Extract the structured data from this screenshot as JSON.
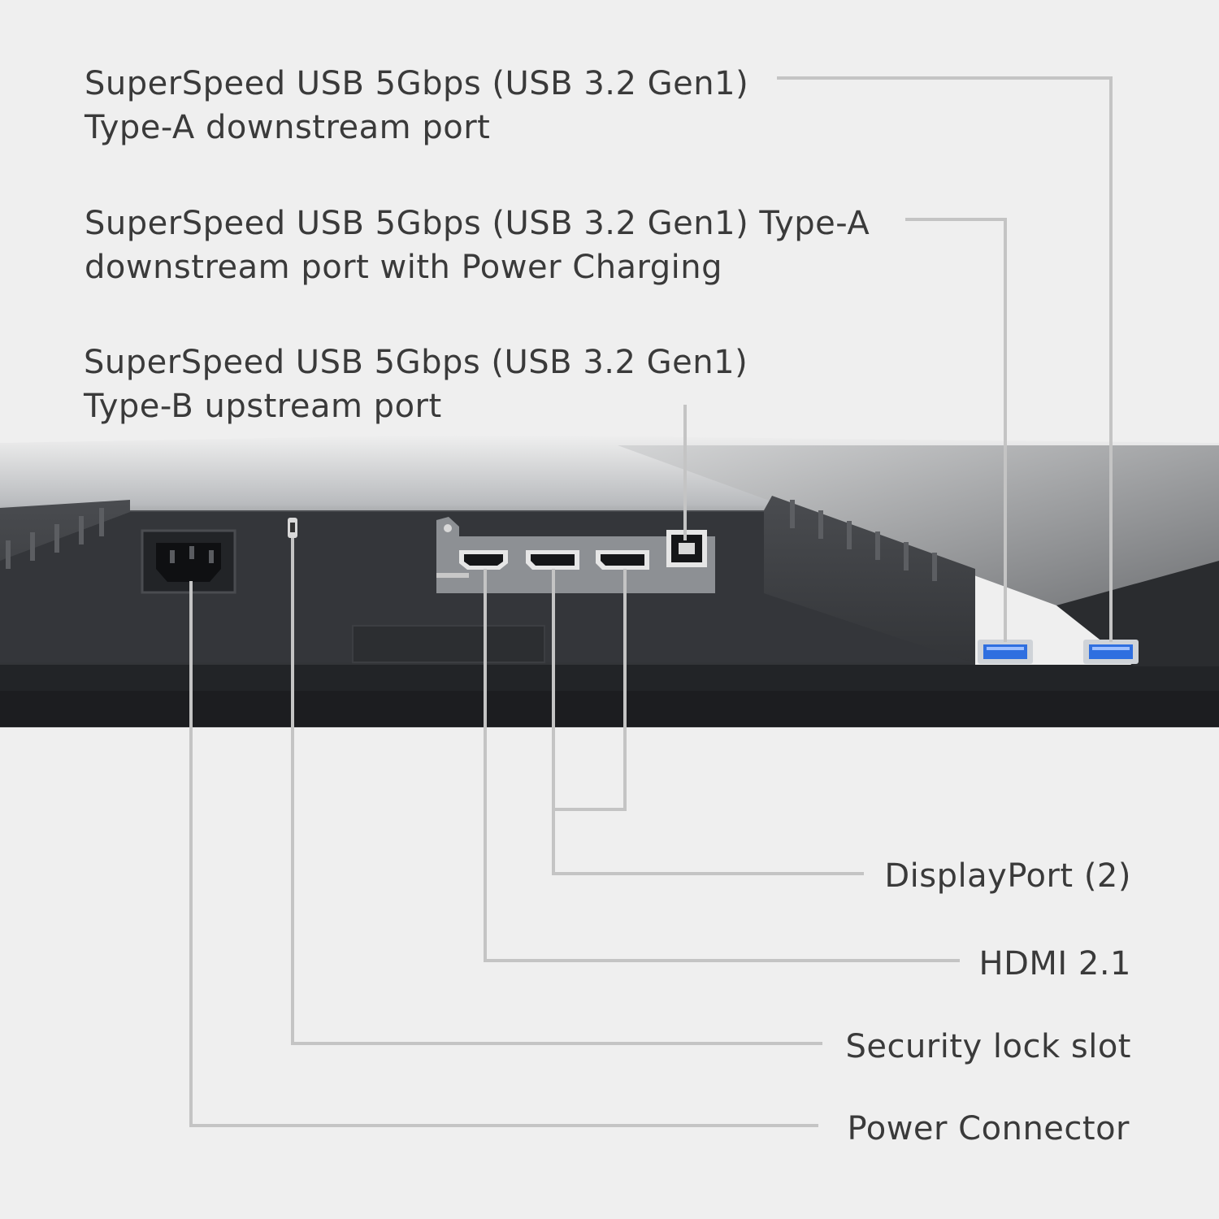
{
  "colors": {
    "background": "#efefef",
    "leader_line": "#c4c4c4",
    "text": "#3a3a3a",
    "monitor_body": "#2f3134",
    "monitor_dark": "#1f2124",
    "port_blue": "#2f6fe0",
    "bracket_gray": "#8d9094"
  },
  "labels": {
    "usb_a_top": {
      "line1": "SuperSpeed USB 5Gbps (USB 3.2 Gen1)",
      "line2": "Type-A downstream port"
    },
    "usb_a_charging": {
      "line1": "SuperSpeed USB 5Gbps (USB 3.2 Gen1) Type-A",
      "line2": "downstream port with Power Charging"
    },
    "usb_b": {
      "line1": "SuperSpeed USB 5Gbps (USB 3.2 Gen1)",
      "line2": "Type-B upstream port"
    },
    "displayport": "DisplayPort (2)",
    "hdmi": "HDMI 2.1",
    "security_lock": "Security lock slot",
    "power": "Power Connector"
  },
  "icons": [
    "power-socket-icon",
    "security-lock-icon",
    "hdmi-port-icon",
    "displayport-icon",
    "usb-b-port-icon",
    "usb-a-port-icon"
  ]
}
